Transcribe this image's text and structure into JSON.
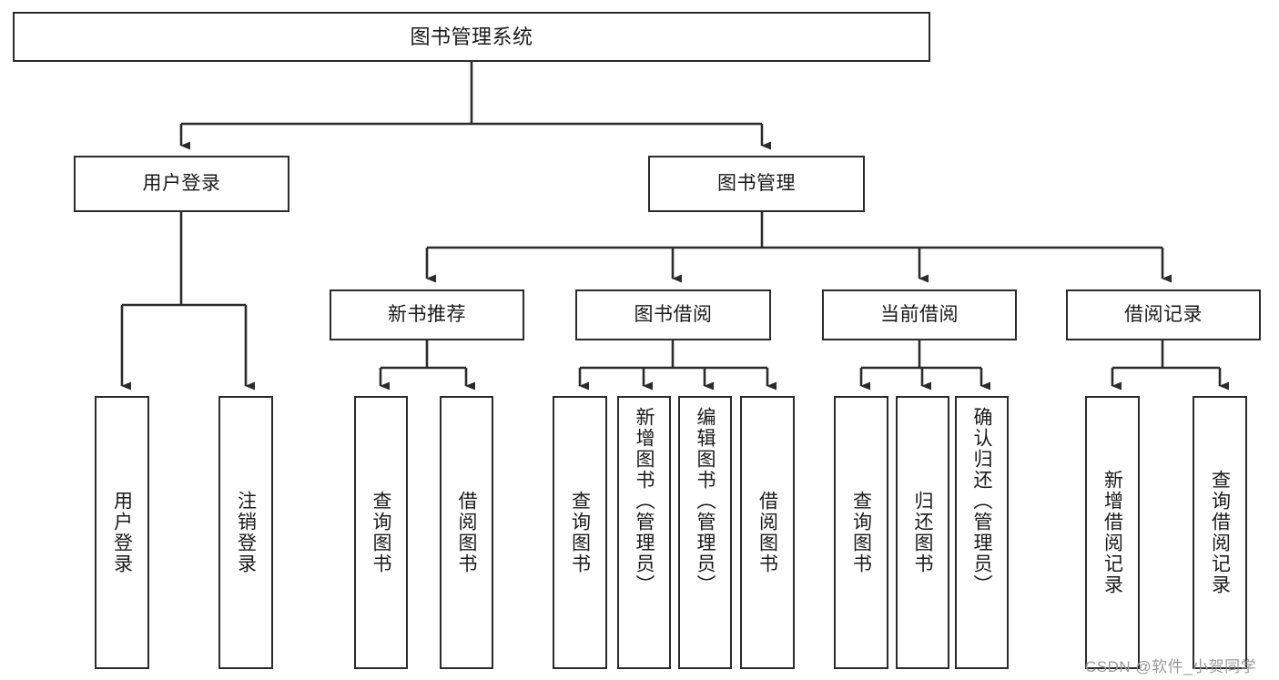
{
  "diagram": {
    "type": "tree-hierarchy",
    "title": "图书管理系统",
    "orientation": "top-down",
    "nodes": {
      "root": {
        "label": "图书管理系统",
        "level": 0
      },
      "user_login": {
        "label": "用户登录",
        "level": 1
      },
      "book_manage": {
        "label": "图书管理",
        "level": 1
      },
      "new_book_rec": {
        "label": "新书推荐",
        "level": 2
      },
      "book_borrow": {
        "label": "图书借阅",
        "level": 2
      },
      "current_borrow": {
        "label": "当前借阅",
        "level": 2
      },
      "borrow_record": {
        "label": "借阅记录",
        "level": 2
      },
      "leaf_user_login": {
        "label": "用户登录",
        "level": 3
      },
      "leaf_logout": {
        "label": "注销登录",
        "level": 3
      },
      "leaf_query_book_1": {
        "label": "查询图书",
        "level": 3
      },
      "leaf_borrow_book_1": {
        "label": "借阅图书",
        "level": 3
      },
      "leaf_query_book_2": {
        "label": "查询图书",
        "level": 3
      },
      "leaf_add_book": {
        "label": "新增图书（管理员）",
        "level": 3
      },
      "leaf_edit_book": {
        "label": "编辑图书（管理员）",
        "level": 3
      },
      "leaf_borrow_book_2": {
        "label": "借阅图书",
        "level": 3
      },
      "leaf_query_book_3": {
        "label": "查询图书",
        "level": 3
      },
      "leaf_return_book": {
        "label": "归还图书",
        "level": 3
      },
      "leaf_confirm_return": {
        "label": "确认归还（管理员）",
        "level": 3
      },
      "leaf_add_record": {
        "label": "新增借阅记录",
        "level": 3
      },
      "leaf_query_record": {
        "label": "查询借阅记录",
        "level": 3
      }
    },
    "edges": [
      {
        "from": "root",
        "to": "user_login"
      },
      {
        "from": "root",
        "to": "book_manage"
      },
      {
        "from": "user_login",
        "to": "leaf_user_login"
      },
      {
        "from": "user_login",
        "to": "leaf_logout"
      },
      {
        "from": "book_manage",
        "to": "new_book_rec"
      },
      {
        "from": "book_manage",
        "to": "book_borrow"
      },
      {
        "from": "book_manage",
        "to": "current_borrow"
      },
      {
        "from": "book_manage",
        "to": "borrow_record"
      },
      {
        "from": "new_book_rec",
        "to": "leaf_query_book_1"
      },
      {
        "from": "new_book_rec",
        "to": "leaf_borrow_book_1"
      },
      {
        "from": "book_borrow",
        "to": "leaf_query_book_2"
      },
      {
        "from": "book_borrow",
        "to": "leaf_add_book"
      },
      {
        "from": "book_borrow",
        "to": "leaf_edit_book"
      },
      {
        "from": "book_borrow",
        "to": "leaf_borrow_book_2"
      },
      {
        "from": "current_borrow",
        "to": "leaf_query_book_3"
      },
      {
        "from": "current_borrow",
        "to": "leaf_return_book"
      },
      {
        "from": "current_borrow",
        "to": "leaf_confirm_return"
      },
      {
        "from": "borrow_record",
        "to": "leaf_add_record"
      },
      {
        "from": "borrow_record",
        "to": "leaf_query_record"
      }
    ],
    "colors": {
      "stroke": "#2b2b2b",
      "fill": "#ffffff",
      "text": "#1a1a1a",
      "watermark": "#9a9a9a"
    }
  },
  "watermark": {
    "text": "CSDN @软件_小贺同学"
  }
}
